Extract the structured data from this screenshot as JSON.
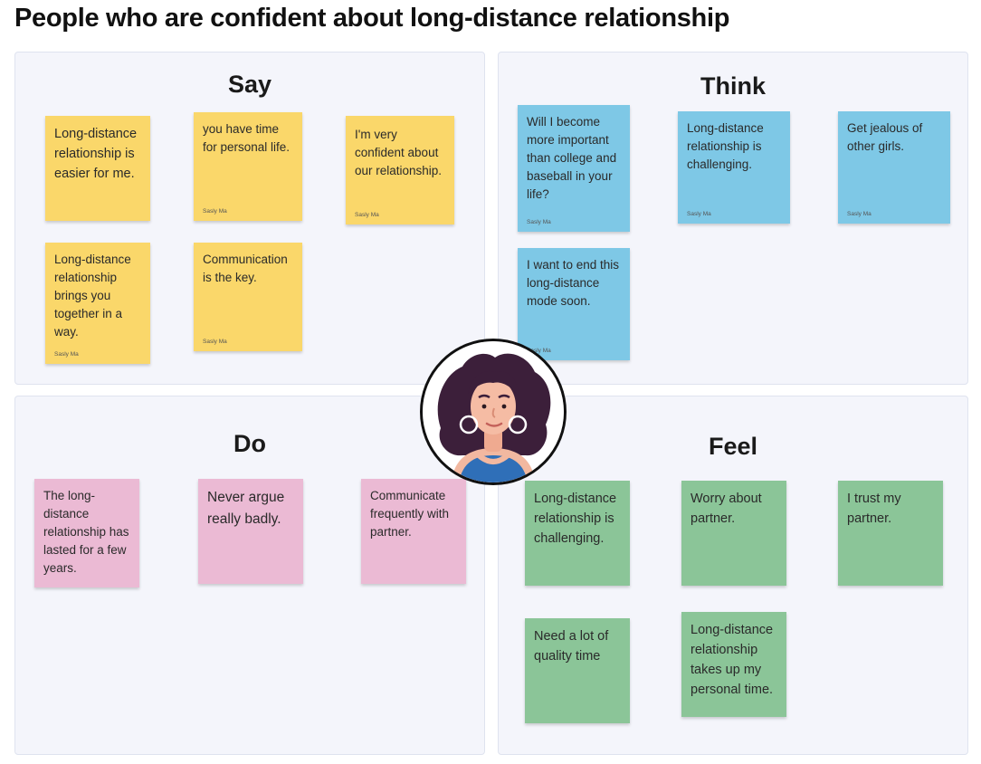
{
  "title": "People who are confident about long-distance relationship",
  "quadrants": {
    "say": {
      "title": "Say",
      "notes": [
        {
          "text": "Long-distance relationship is easier for me.",
          "author": ""
        },
        {
          "text": "you have time for personal life.",
          "author": "Sasly Ma"
        },
        {
          "text": "I'm very confident about our relationship.",
          "author": "Sasly Ma"
        },
        {
          "text": "Long-distance relationship brings you together in a way.",
          "author": "Sasly Ma"
        },
        {
          "text": "Communication is the key.",
          "author": "Sasly Ma"
        }
      ]
    },
    "think": {
      "title": "Think",
      "notes": [
        {
          "text": "Will I become more important than college and baseball in your life?",
          "author": "Sasly Ma"
        },
        {
          "text": "Long-distance relationship is challenging.",
          "author": "Sasly Ma"
        },
        {
          "text": "Get jealous of other girls.",
          "author": "Sasly Ma"
        },
        {
          "text": "I want to end this long-distance mode soon.",
          "author": "Sasly Ma"
        }
      ]
    },
    "do": {
      "title": "Do",
      "notes": [
        {
          "text": "The long-distance relationship has lasted for a few years."
        },
        {
          "text": "Never argue really badly."
        },
        {
          "text": "Communicate frequently with partner."
        }
      ]
    },
    "feel": {
      "title": "Feel",
      "notes": [
        {
          "text": "Long-distance relationship is challenging."
        },
        {
          "text": "Worry about partner."
        },
        {
          "text": "I trust my partner."
        },
        {
          "text": "Need a lot of quality time"
        },
        {
          "text": "Long-distance relationship takes up my personal time."
        }
      ]
    }
  },
  "colors": {
    "say_note": "#fad76a",
    "think_note": "#7ec8e6",
    "do_note": "#ebbad4",
    "feel_note": "#8bc598",
    "quadrant_bg": "#f4f5fb"
  },
  "avatar": {
    "icon": "woman-portrait-icon"
  }
}
